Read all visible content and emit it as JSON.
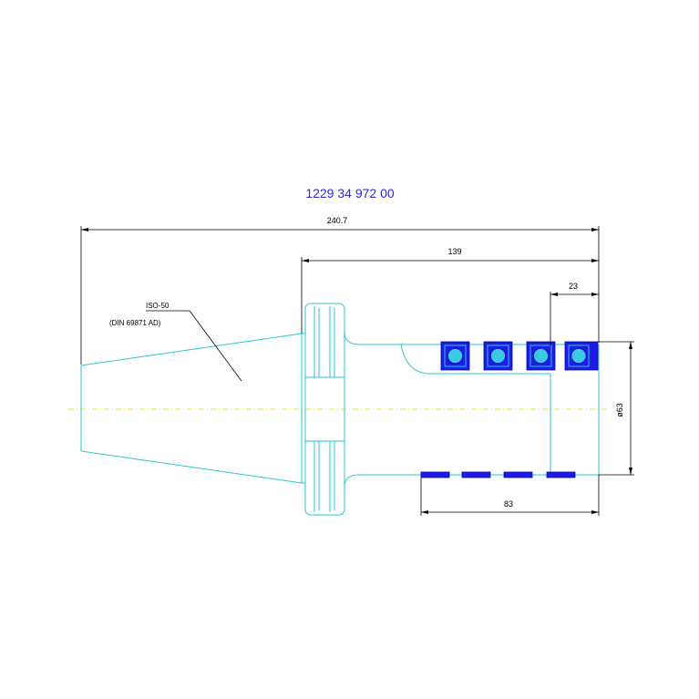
{
  "drawing": {
    "part_number": "1229 34 972 00",
    "taper_label": "ISO-50",
    "taper_standard": "(DIN 69871 AD)"
  },
  "dimensions": {
    "overall_length": "240.7",
    "body_length": "139",
    "insert_offset": "23",
    "diameter": "ø63",
    "cutting_length": "83"
  },
  "colors": {
    "background": "#ffffff",
    "outline": "#2cc6d6",
    "inserts": "#1c1ce6",
    "centerline": "#e8d800",
    "title": "#2a2ad8",
    "dimensions": "#000000"
  }
}
